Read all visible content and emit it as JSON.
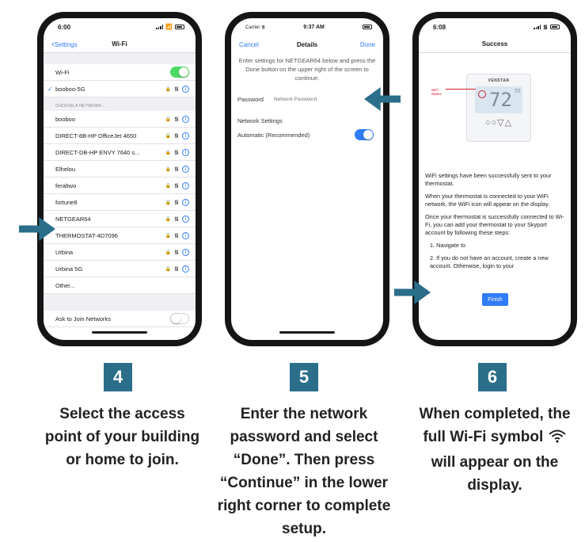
{
  "phone1": {
    "status_time": "6:00",
    "back_label": "Settings",
    "title": "Wi-Fi",
    "wifi_label": "Wi-Fi",
    "connected": "booboo-5G",
    "section": "CHOOSE A NETWORK...",
    "networks": [
      "booboo",
      "DIRECT-8B-HP OfficeJet 4650",
      "DIRECT-DB-HP ENVY 7640 s...",
      "Elhelou",
      "feraltwo",
      "fortune8",
      "NETGEAR64",
      "THERMOSTAT-4D7096",
      "Urbina",
      "Urbina 5G"
    ],
    "other": "Other...",
    "ask_join": "Ask to Join Networks"
  },
  "phone2": {
    "carrier": "Carrier",
    "status_time": "9:37 AM",
    "cancel": "Cancel",
    "title": "Details",
    "done": "Done",
    "instructions": "Enter settings for NETGEAR64 below and press the Done button on the upper right of the screen to continue.",
    "password_label": "Password",
    "password_placeholder": "Network Password",
    "network_settings": "Network Settings",
    "automatic": "Automatic (Recommended)"
  },
  "phone3": {
    "status_time": "6:08",
    "title": "Success",
    "brand": "VENSTAR",
    "wifi_status": "WiFi Status",
    "display_temp": "72",
    "display_small": "70",
    "para1": "WiFi settings have been successfully sent to your thermostat.",
    "para2": "When your thermostat is connected to your WiFi network, the WiFi icon will appear on the display.",
    "para3": "Once your thermostat is successfully connected to Wi-Fi, you can add your thermostat to your Skyport account by following these steps:",
    "step1": "1.  Navigate to",
    "step2": "2.  If you do not have an account, create a new account. Otherwise, login to your",
    "finish": "Finish"
  },
  "steps": [
    {
      "num": "4",
      "text": "Select the access point of your building or home to join."
    },
    {
      "num": "5",
      "text": "Enter the network password and select “Done”. Then press “Continue” in the lower right corner to complete setup."
    },
    {
      "num": "6",
      "text_a": "When completed, the full Wi-Fi symbol",
      "text_b": "will appear on the display."
    }
  ],
  "colors": {
    "accent": "#2a6e8a",
    "ios_blue": "#2f7cf6",
    "ios_green": "#4cd964"
  }
}
